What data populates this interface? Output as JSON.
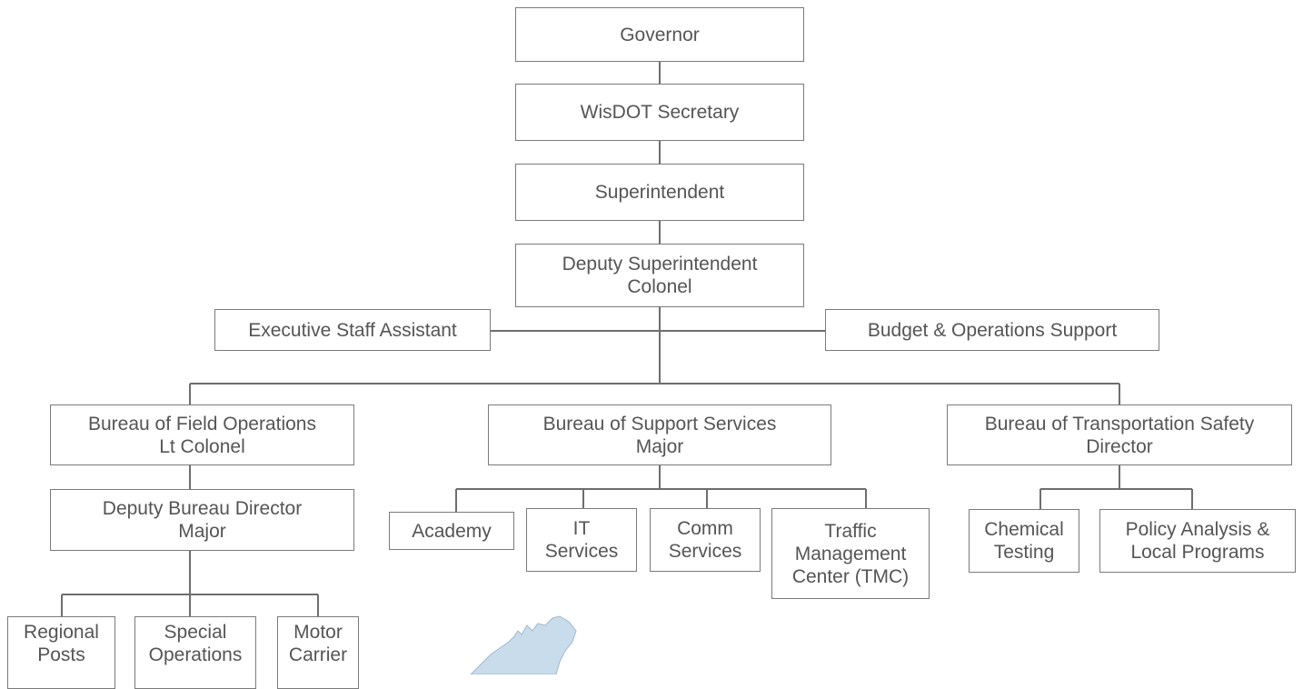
{
  "org_chart": {
    "nodes": {
      "governor": "Governor",
      "secretary": "WisDOT Secretary",
      "superintendent": "Superintendent",
      "deputy_superintendent": "Deputy Superintendent\nColonel",
      "executive_staff_assistant": "Executive Staff Assistant",
      "budget_operations_support": "Budget & Operations Support",
      "bureau_field_operations": "Bureau of Field Operations\nLt Colonel",
      "bureau_support_services": "Bureau of Support Services\nMajor",
      "bureau_transportation_safety": "Bureau of Transportation Safety\nDirector",
      "deputy_bureau_director": "Deputy Bureau Director\nMajor",
      "academy": "Academy",
      "it_services": "IT\nServices",
      "comm_services": "Comm\nServices",
      "traffic_management_center": "Traffic\nManagement\nCenter (TMC)",
      "chemical_testing": "Chemical\nTesting",
      "policy_analysis": "Policy Analysis &\nLocal Programs",
      "regional_posts": "Regional\nPosts",
      "special_operations": "Special\nOperations",
      "motor_carrier": "Motor\nCarrier"
    }
  },
  "colors": {
    "line": "#6e6e6e",
    "border": "#7a7a7a",
    "text": "#555555",
    "map_fill": "#c9dcec"
  }
}
